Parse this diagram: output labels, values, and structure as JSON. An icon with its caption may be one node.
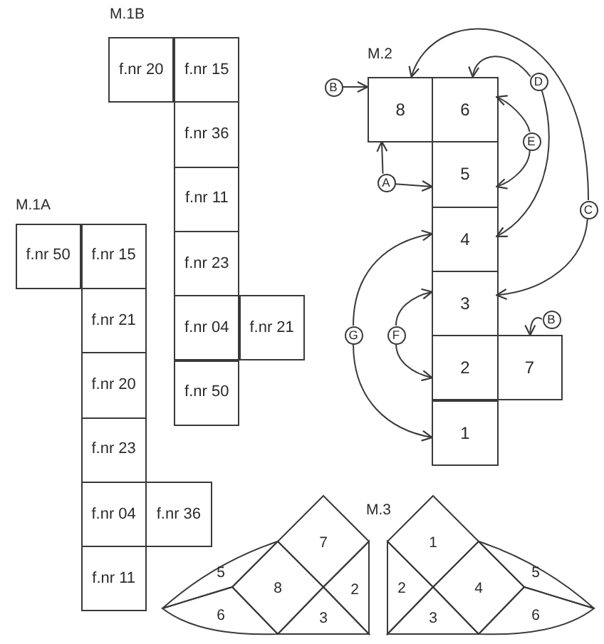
{
  "diagram": {
    "nodes": [
      {
        "text": [
          "f.nr 20"
        ]
      },
      {
        "text": [
          "f.nr 15"
        ]
      },
      {
        "text": [
          "f.nr 36"
        ]
      },
      {
        "text": [
          "f.nr 11"
        ]
      },
      {
        "text": [
          "f.nr 23"
        ]
      },
      {
        "text": [
          "f.nr 04"
        ]
      },
      {
        "text": [
          "f.nr 21"
        ]
      },
      {
        "text": [
          "f.nr 50"
        ]
      },
      {
        "text": [
          "8"
        ]
      },
      {
        "text": [
          "6"
        ]
      },
      {
        "text": [
          "5"
        ]
      },
      {
        "text": [
          "4"
        ]
      },
      {
        "text": [
          "3"
        ]
      },
      {
        "text": [
          "2"
        ]
      },
      {
        "text": [
          "7"
        ]
      },
      {
        "text": [
          "1"
        ]
      },
      {
        "text": [
          "B"
        ]
      },
      {
        "text": [
          "D"
        ]
      },
      {
        "text": [
          "E"
        ]
      },
      {
        "text": [
          "A"
        ]
      },
      {
        "text": [
          "C"
        ]
      },
      {
        "text": [
          "G"
        ]
      },
      {
        "text": [
          "F"
        ]
      },
      {
        "text": [
          "B"
        ]
      },
      {
        "text": [
          "f.nr 50"
        ]
      },
      {
        "text": [
          "f.nr 15"
        ]
      },
      {
        "text": [
          "f.nr 21"
        ]
      },
      {
        "text": [
          "f.nr 20"
        ]
      },
      {
        "text": [
          "f.nr 23"
        ]
      },
      {
        "text": [
          "f.nr 04"
        ]
      },
      {
        "text": [
          "f.nr 36"
        ]
      },
      {
        "text": [
          "f.nr 11"
        ]
      },
      {
        "text": [
          "7"
        ]
      },
      {
        "text": [
          "5"
        ]
      },
      {
        "text": [
          "8"
        ]
      },
      {
        "text": [
          "2"
        ]
      },
      {
        "text": [
          "6"
        ]
      },
      {
        "text": [
          "3"
        ]
      },
      {
        "text": [
          "1"
        ]
      },
      {
        "text": [
          "2"
        ]
      },
      {
        "text": [
          "4"
        ]
      },
      {
        "text": [
          "5"
        ]
      },
      {
        "text": [
          "3"
        ]
      },
      {
        "text": [
          "6"
        ]
      }
    ],
    "edges": [
      {
        "from": 16,
        "to": 8,
        "arrow": "to"
      },
      {
        "from": 19,
        "to": 8,
        "arrow": "to"
      },
      {
        "from": 19,
        "to": 10,
        "arrow": "to"
      },
      {
        "from": 17,
        "to": 9,
        "arrow": "to"
      },
      {
        "from": 17,
        "to": 11,
        "arrow": "to"
      },
      {
        "from": 18,
        "to": 9,
        "arrow": "to"
      },
      {
        "from": 18,
        "to": 10,
        "arrow": "to"
      },
      {
        "from": 20,
        "to": 8,
        "arrow": "to"
      },
      {
        "from": 20,
        "to": 12,
        "arrow": "to"
      },
      {
        "from": 21,
        "to": 11,
        "arrow": "to"
      },
      {
        "from": 21,
        "to": 15,
        "arrow": "to"
      },
      {
        "from": 22,
        "to": 12,
        "arrow": "to"
      },
      {
        "from": 22,
        "to": 13,
        "arrow": "to"
      },
      {
        "from": 23,
        "to": 14,
        "arrow": "to"
      }
    ],
    "labels": [
      "M.1B",
      "M.2",
      "M.1A",
      "M.3"
    ]
  }
}
